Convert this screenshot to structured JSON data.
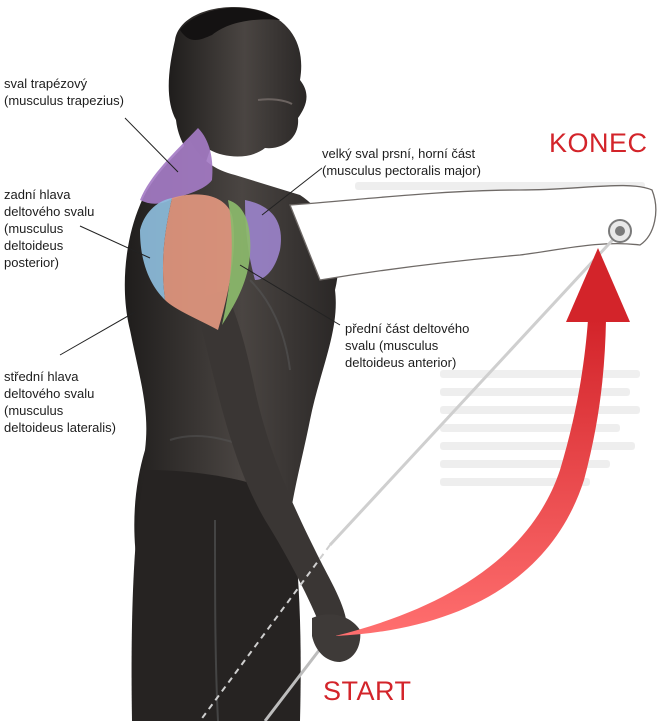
{
  "colors": {
    "accent": "#d3242a",
    "trapezius": "#a47bc4",
    "pectoralis": "#9a82c9",
    "deltoid_posterior": "#8fc0e0",
    "deltoid_lateralis": "#e2977f",
    "deltoid_anterior": "#8cba6b",
    "body_skin": "#2e2b2a",
    "cable": "#cfcfcf"
  },
  "labels": {
    "trapezius": "sval trapézový\n(musculus trapezius)",
    "pectoralis": "velký sval prsní, horní část\n(musculus pectoralis major)",
    "deltoid_posterior": "zadní hlava\ndeltového svalu\n(musculus\ndeltoideus\nposterior)",
    "deltoid_anterior": "přední část deltového\nsvalu (musculus\ndeltoideus anterior)",
    "deltoid_lateralis": "střední hlava\ndeltového svalu\n(musculus\ndeltoideus lateralis)"
  },
  "phases": {
    "end": "KONEC",
    "start": "START"
  },
  "icons": {
    "arrow": "curved-arrow-up-icon",
    "handle_end": "cable-handle-icon",
    "handle_start": "cable-handle-icon"
  }
}
